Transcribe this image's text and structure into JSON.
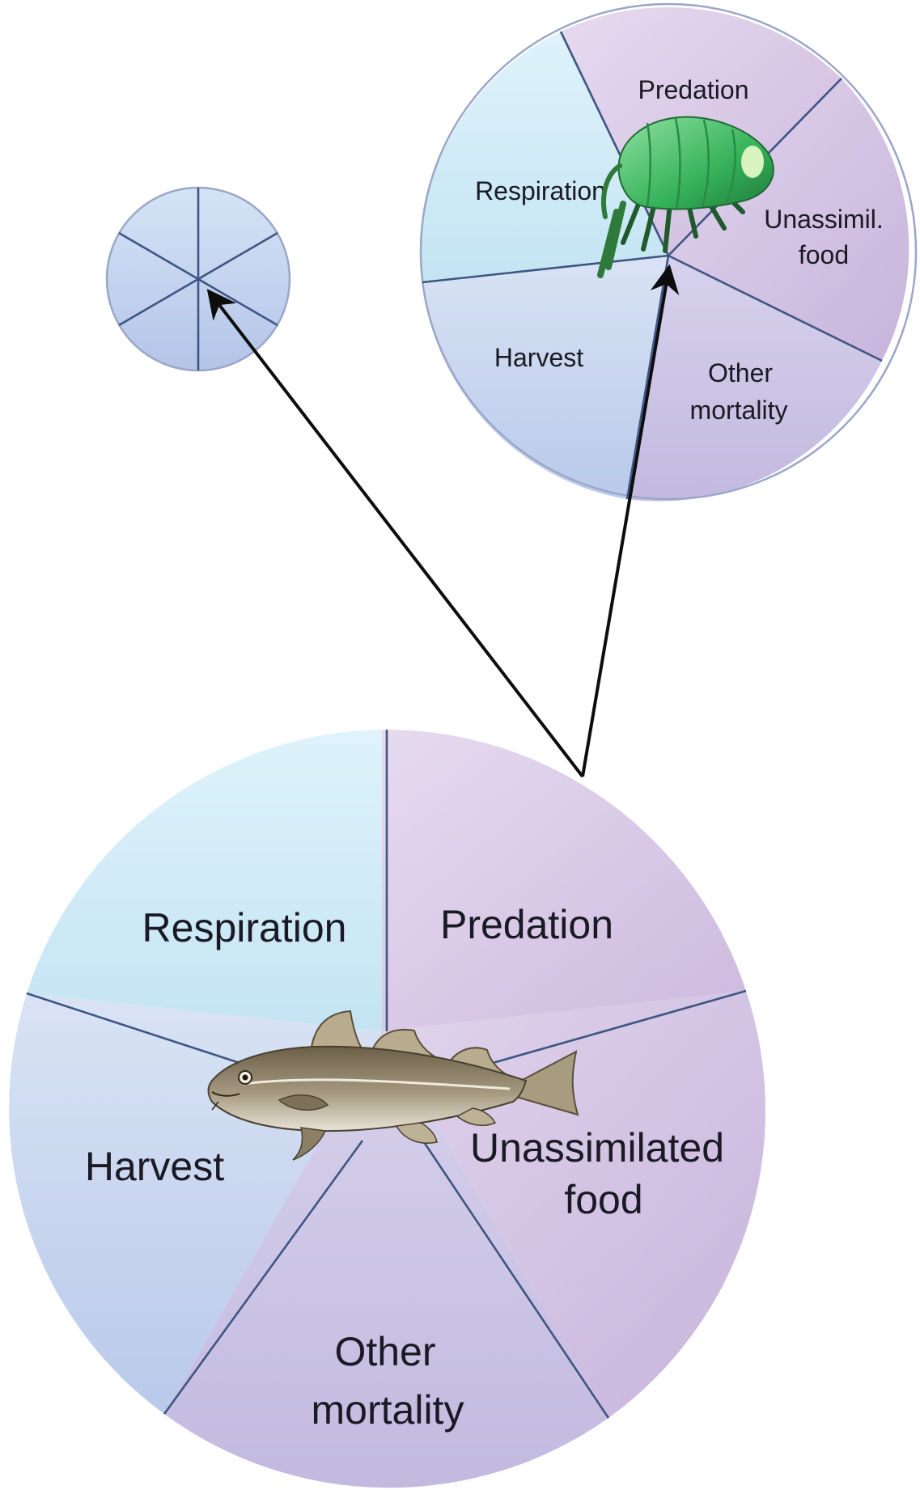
{
  "pies": {
    "fish": {
      "labels": {
        "respiration": "Respiration",
        "predation": "Predation",
        "unassimilated_line1": "Unassimilated",
        "unassimilated_line2": "food",
        "other_line1": "Other",
        "other_line2": "mortality",
        "harvest": "Harvest"
      }
    },
    "amphipod": {
      "labels": {
        "respiration": "Respiration",
        "predation": "Predation",
        "unassimilated_line1": "Unassimil.",
        "unassimilated_line2": "food",
        "other_line1": "Other",
        "other_line2": "mortality",
        "harvest": "Harvest"
      }
    },
    "small": {
      "segment_count": 6
    }
  },
  "colors": {
    "respiration": "#d2ecf7",
    "predation": "#d7c6e3",
    "blue_violet": "#c9d3ee",
    "divider": "#3f5584",
    "arrow": "#0d0d0d"
  },
  "icons": {
    "fish": "cod-fish-illustration",
    "amphipod": "green-amphipod-illustration"
  }
}
